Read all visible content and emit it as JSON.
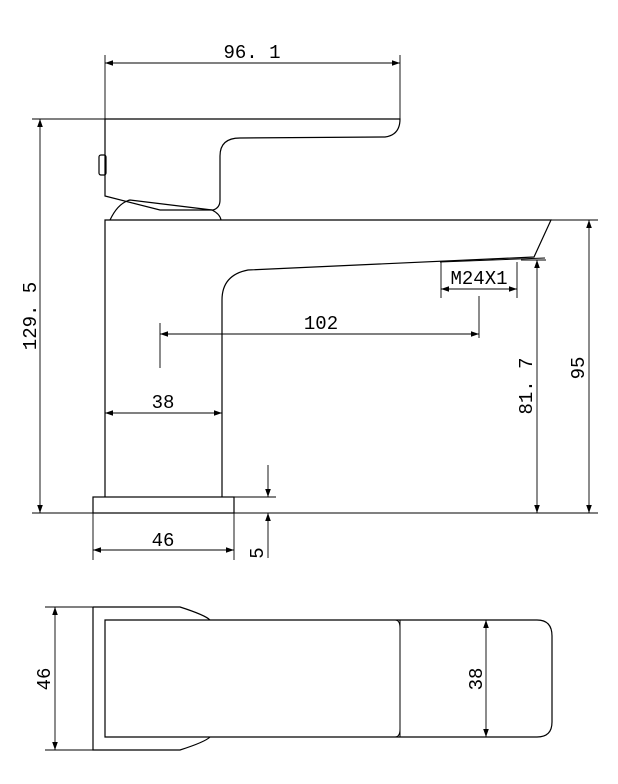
{
  "drawing": {
    "dimensions": {
      "handle_length": "96. 1",
      "total_height": "129. 5",
      "body_height": "95",
      "outlet_height": "81. 7",
      "spout_reach": "102",
      "body_depth": "38",
      "base_width": "46",
      "base_thickness": "5",
      "plan_width": "46",
      "plan_body_width": "38"
    },
    "callouts": {
      "thread_spec": "M24X1"
    }
  }
}
